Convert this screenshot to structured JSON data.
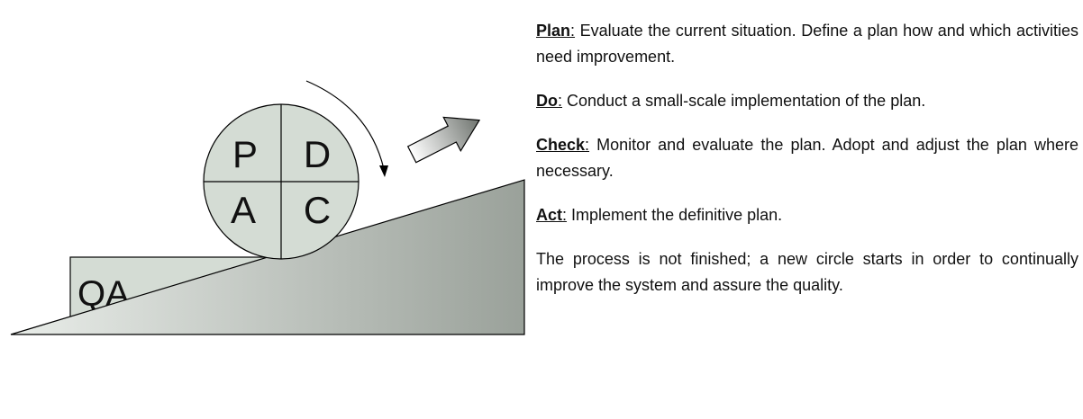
{
  "diagram": {
    "box_label": "QA",
    "quadrants": {
      "top_left": "P",
      "top_right": "D",
      "bottom_left": "A",
      "bottom_right": "C"
    },
    "colors": {
      "fill": "#d4dcd4",
      "ramp_dark": "#9aa19a",
      "ramp_light": "#e9ede9",
      "stroke": "#000000"
    }
  },
  "steps": [
    {
      "term": "Plan",
      "text": " Evaluate the current situation. Define a plan how and which activities need improvement."
    },
    {
      "term": "Do",
      "text": " Conduct a small-scale implementation of the plan."
    },
    {
      "term": "Check",
      "text": " Monitor and evaluate the plan. Adopt and adjust the plan where necessary."
    },
    {
      "term": "Act",
      "text": " Implement the definitive plan."
    }
  ],
  "conclusion": "The process is not finished; a new circle starts in order to continually improve the system and assure the quality."
}
